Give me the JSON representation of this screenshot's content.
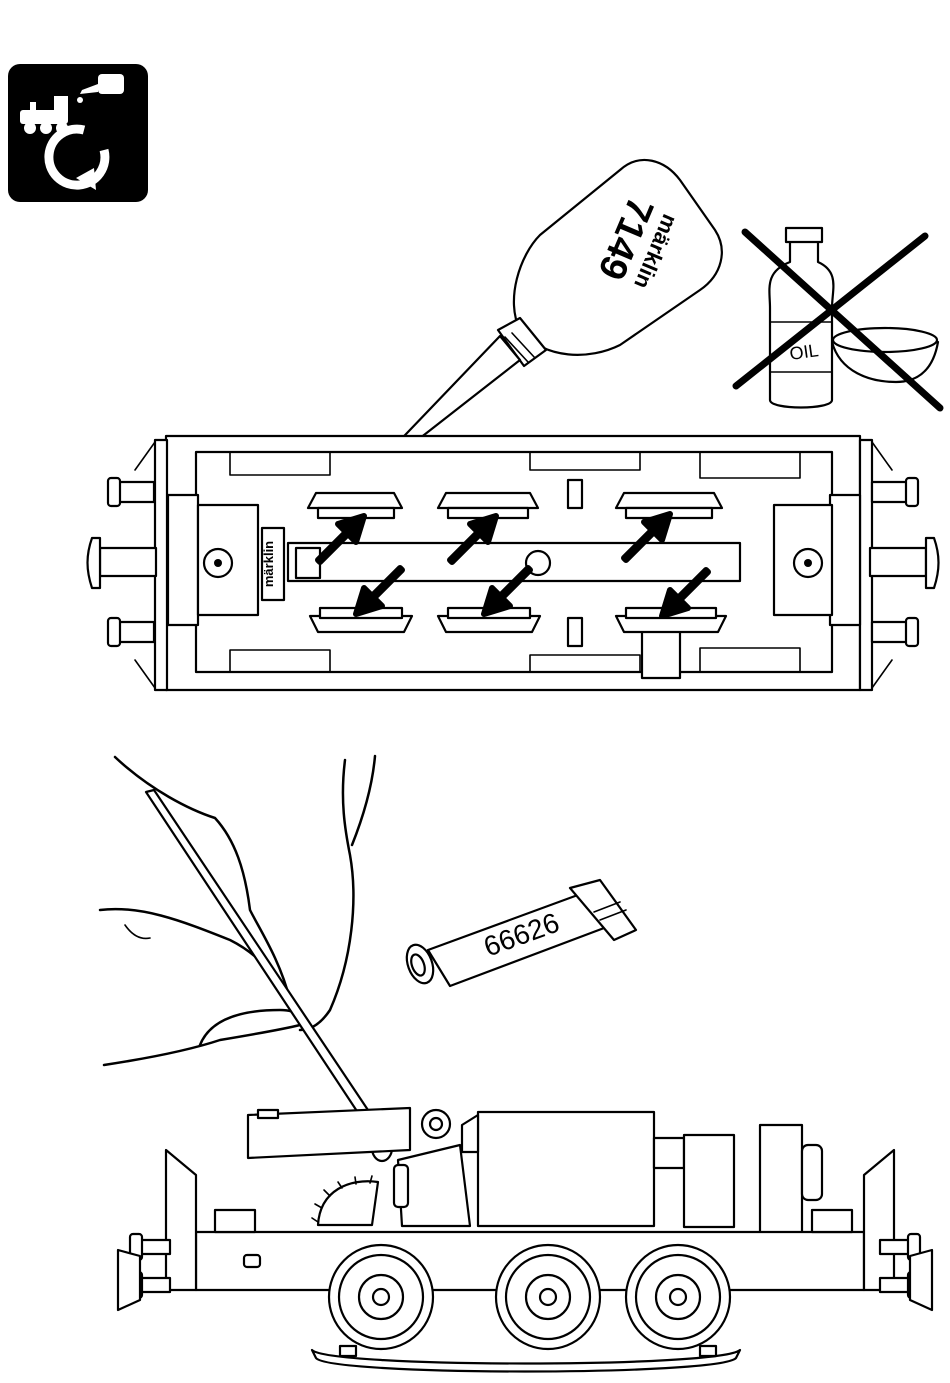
{
  "oil_bottle": {
    "brand": "märklin",
    "part_number": "7149"
  },
  "forbidden_oil": {
    "label": "OIL"
  },
  "grease_tube": {
    "part_number": "66626"
  },
  "chassis_logo": {
    "text": "märklin"
  },
  "maintenance_icon": {
    "name": "lubrication-maintenance-icon"
  },
  "colors": {
    "ink": "#000000",
    "paper": "#ffffff"
  }
}
